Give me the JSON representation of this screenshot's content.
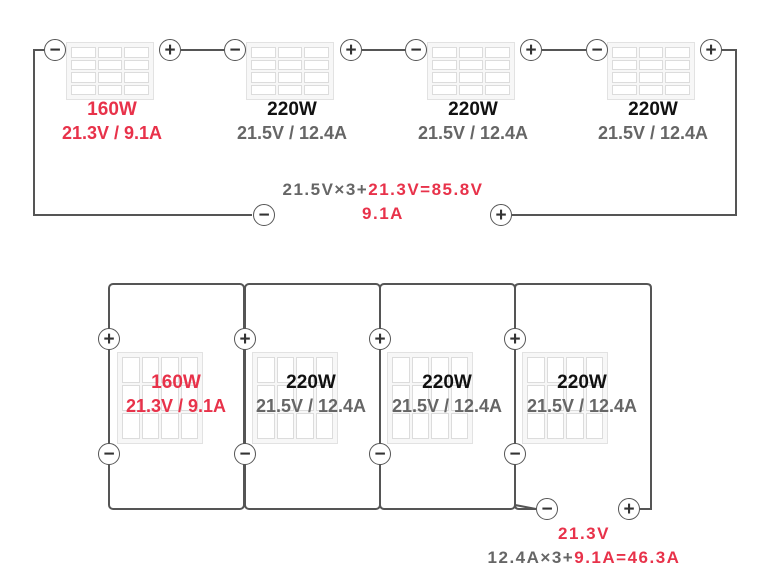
{
  "colors": {
    "accent_red": "#e8324a",
    "gray_text": "#666666",
    "black_text": "#111111",
    "wire": "#555555"
  },
  "series": {
    "panels": [
      {
        "watt": "160W",
        "spec": "21.3V / 9.1A",
        "highlight": true
      },
      {
        "watt": "220W",
        "spec": "21.5V / 12.4A",
        "highlight": false
      },
      {
        "watt": "220W",
        "spec": "21.5V / 12.4A",
        "highlight": false
      },
      {
        "watt": "220W",
        "spec": "21.5V / 12.4A",
        "highlight": false
      }
    ],
    "equation": {
      "part1": "21.5V×3+",
      "part2": "21.3V=85.8V",
      "line2": "9.1A"
    }
  },
  "parallel": {
    "panels": [
      {
        "watt": "160W",
        "spec": "21.3V / 9.1A",
        "highlight": true
      },
      {
        "watt": "220W",
        "spec": "21.5V / 12.4A",
        "highlight": false
      },
      {
        "watt": "220W",
        "spec": "21.5V / 12.4A",
        "highlight": false
      },
      {
        "watt": "220W",
        "spec": "21.5V / 12.4A",
        "highlight": false
      }
    ],
    "equation": {
      "line1": "21.3V",
      "part1": "12.4A×3+",
      "part2": "9.1A=46.3A"
    }
  },
  "terminals": {
    "plus": "+",
    "minus": "−"
  }
}
